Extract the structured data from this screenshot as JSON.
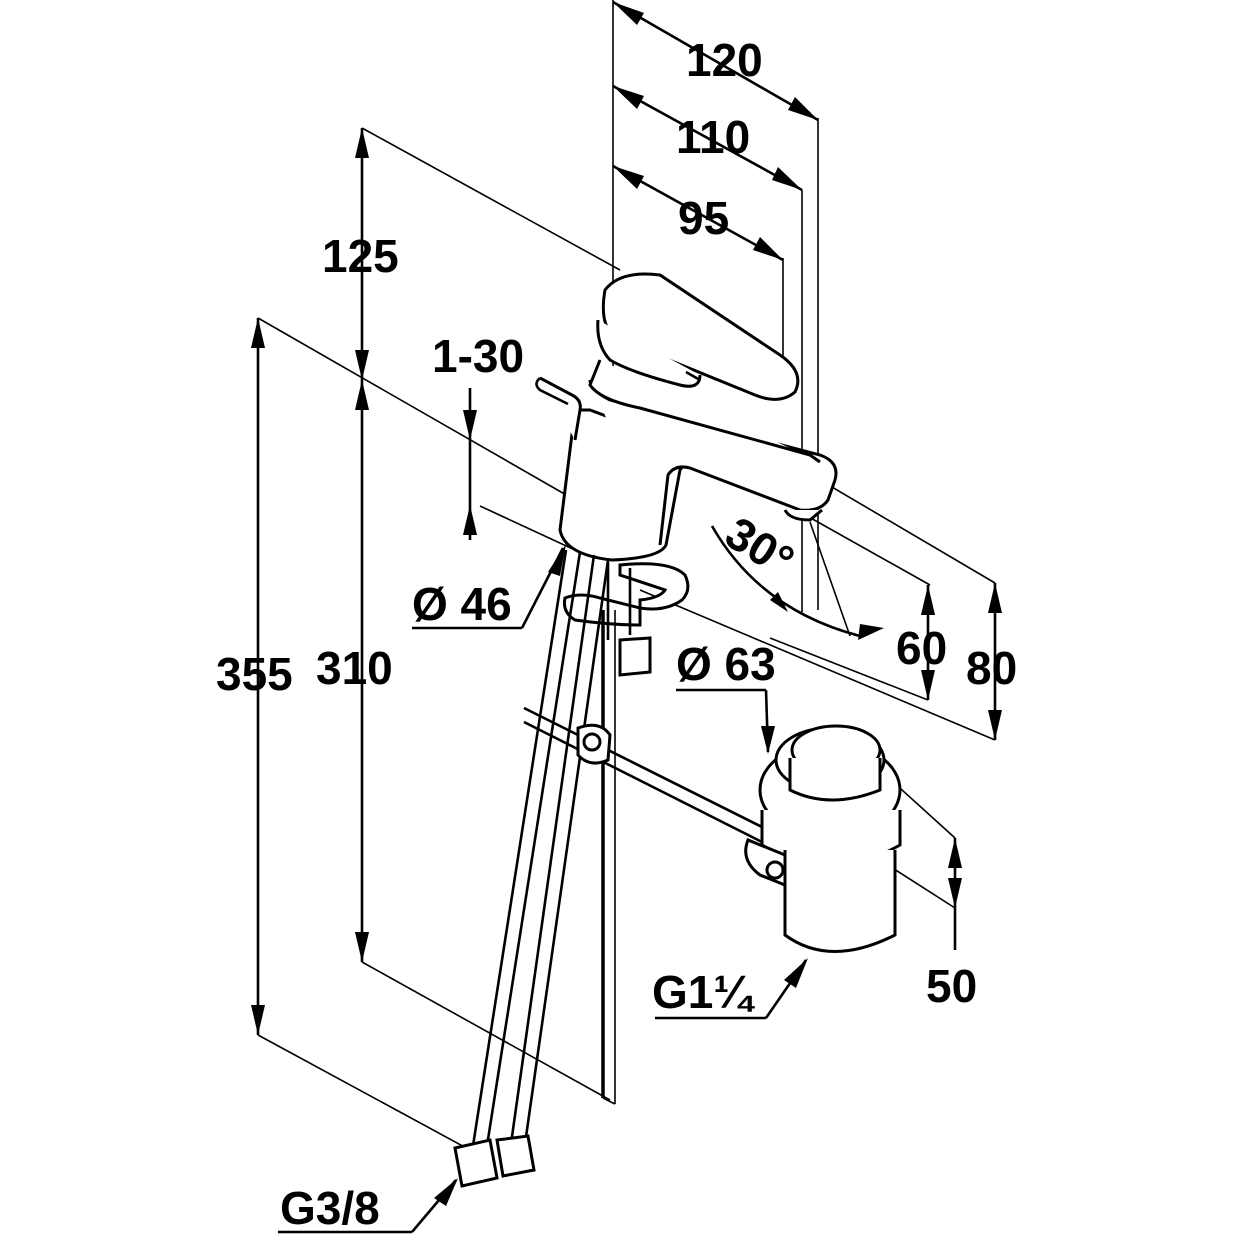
{
  "title": "Mixer tap technical dimension drawing",
  "labels": {
    "w120": "120",
    "w110": "110",
    "w95": "95",
    "h125": "125",
    "d1_30": "1-30",
    "dia46": "Ø 46",
    "h355": "355",
    "h310": "310",
    "angle30": "30°",
    "h60": "60",
    "h80": "80",
    "dia63": "Ø 63",
    "h50": "50",
    "thread_waste": "G1¼",
    "thread_supply": "G3/8"
  },
  "dimensions": {
    "spout_reach_total_mm": 120,
    "spout_reach_mid_mm": 110,
    "spout_reach_inner_mm": 95,
    "body_top_height_mm": 125,
    "deck_thickness_range_mm": "1-30",
    "base_diameter_mm": 46,
    "overall_height_mm": 355,
    "hose_length_mm": 310,
    "spout_angle_deg": 30,
    "spout_outlet_height_mm": 60,
    "spout_top_height_mm": 80,
    "waste_diameter_mm": 63,
    "waste_pop_up_mm": 50,
    "waste_thread": "G1¼",
    "supply_thread": "G3/8"
  }
}
